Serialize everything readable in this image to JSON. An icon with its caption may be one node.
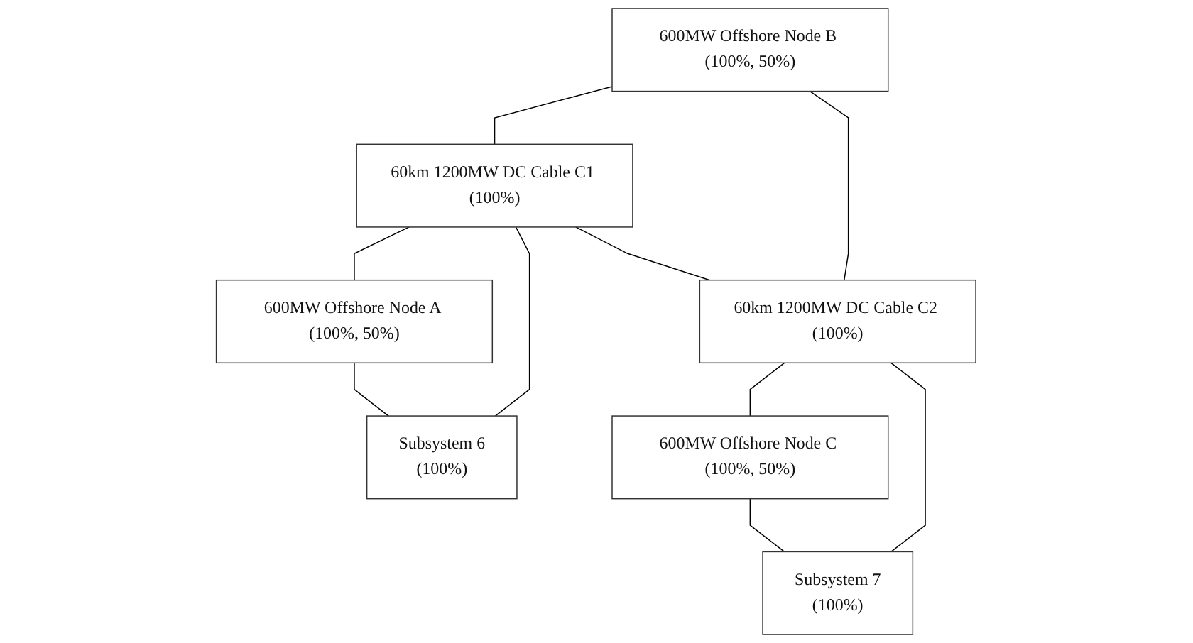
{
  "diagram": {
    "nodes": [
      {
        "text": [
          "600MW Offshore Node A (100%, 50%)"
        ]
      },
      {
        "text": [
          "600MW Offshore Node B (100%, 50%)"
        ]
      },
      {
        "text": [
          "600MW Offshore Node C (100%, 50%)"
        ]
      },
      {
        "text": [
          "60km 1200MW DC Cable C1 (100%)"
        ]
      },
      {
        "text": [
          "60km 1200MW DC Cable C2 (100%)"
        ]
      },
      {
        "text": [
          "Subsystem 6",
          "(100%)"
        ]
      },
      {
        "text": [
          "Subsystem 7",
          "(100%)"
        ]
      }
    ],
    "edges": [
      {
        "from": 0,
        "to": 5,
        "arrow": "none"
      },
      {
        "from": 3,
        "to": 0,
        "arrow": "none"
      },
      {
        "from": 3,
        "to": 5,
        "arrow": "none"
      },
      {
        "from": 1,
        "to": 3,
        "arrow": "none"
      },
      {
        "from": 1,
        "to": 4,
        "arrow": "none"
      },
      {
        "from": 3,
        "to": 4,
        "arrow": "none"
      },
      {
        "from": 2,
        "to": 6,
        "arrow": "none"
      },
      {
        "from": 4,
        "to": 2,
        "arrow": "none"
      },
      {
        "from": 4,
        "to": 6,
        "arrow": "none"
      }
    ]
  }
}
